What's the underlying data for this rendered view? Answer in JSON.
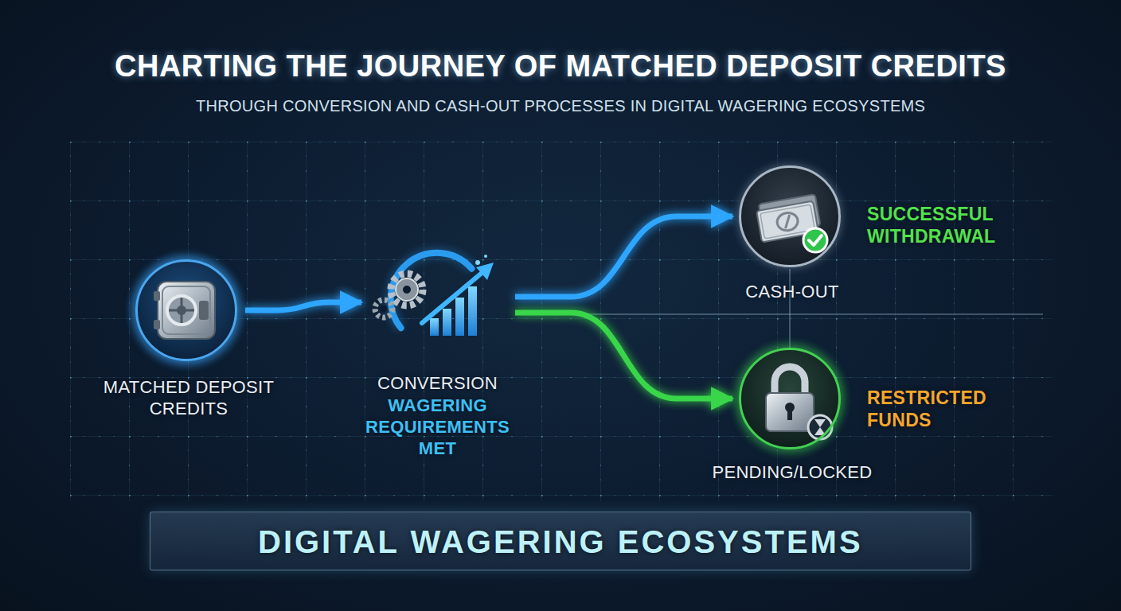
{
  "diagram": {
    "title": "CHARTING THE JOURNEY OF MATCHED DEPOSIT CREDITS",
    "nodes": [
      {
        "text": [
          "MATCHED DEPOSIT CREDITS"
        ]
      },
      {
        "text": [
          "CONVERSION",
          "WAGERING REQUIREMENTS MET"
        ]
      },
      {
        "text": [
          "CASH-OUT",
          "SUCCESSFUL WITHDRAWAL"
        ]
      },
      {
        "text": [
          "PENDING/LOCKED",
          "RESTRICTED FUNDS"
        ]
      },
      {
        "text": [
          "DIGITAL WAGERING ECOSYSTEMS"
        ]
      }
    ],
    "edges": [
      {
        "from": 0,
        "to": 1,
        "arrow": "to"
      },
      {
        "from": 1,
        "to": 2,
        "arrow": "to"
      },
      {
        "from": 1,
        "to": 3,
        "arrow": "to"
      }
    ],
    "labels": [
      "THROUGH CONVERSION AND CASH-OUT PROCESSES IN DIGITAL WAGERING ECOSYSTEMS"
    ]
  }
}
